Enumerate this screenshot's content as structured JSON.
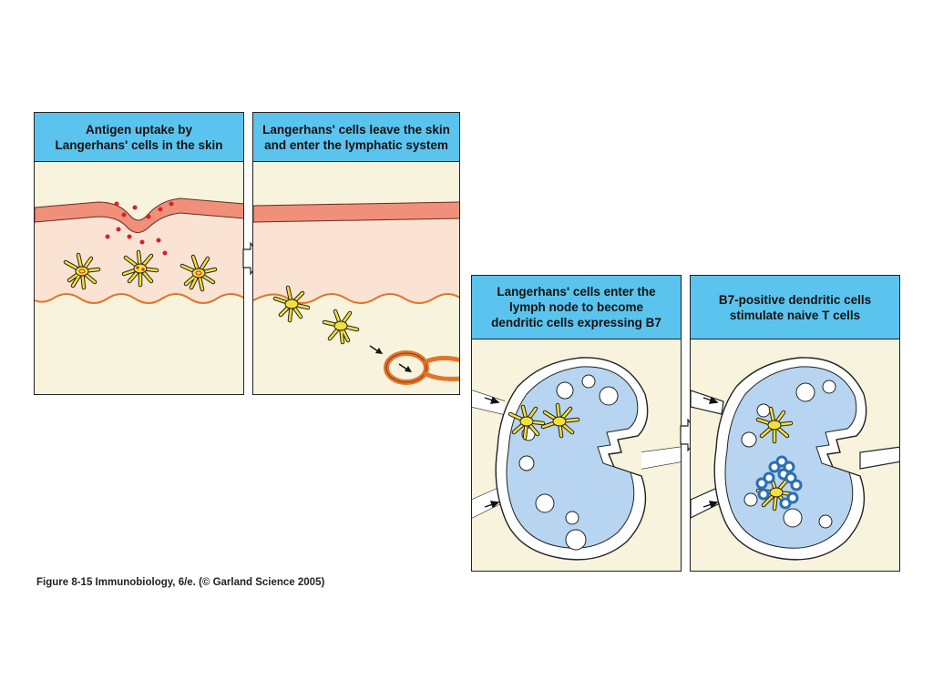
{
  "panels": [
    {
      "title": "Antigen uptake by\nLangerhans' cells in the skin"
    },
    {
      "title": "Langerhans' cells leave the skin\nand enter the lymphatic system"
    },
    {
      "title": "Langerhans' cells enter the\nlymph node to become\ndendritic cells expressing B7"
    },
    {
      "title": "B7-positive dendritic cells\nstimulate naive T cells"
    }
  ],
  "caption": "Figure 8-15  Immunobiology, 6/e. (© Garland Science 2005)",
  "colors": {
    "header": "#5bc4ee",
    "epidermis": "#f0907a",
    "dermis": "#fbe3d4",
    "tissue": "#f7f3dc",
    "lymph_node": "#b7d4f0",
    "cell": "#f5e03a",
    "antigen": "#d81e2c",
    "t_cell": "#2b6fb2",
    "membrane": "#e0752a"
  }
}
